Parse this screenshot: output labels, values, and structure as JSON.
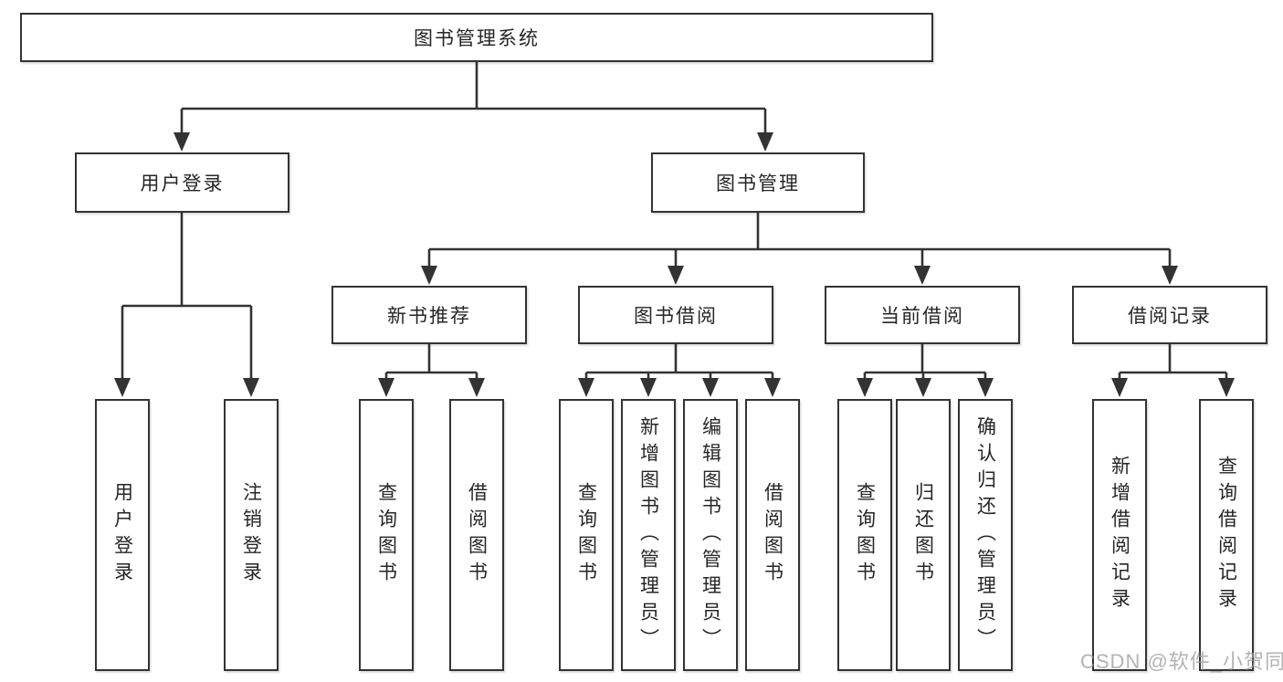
{
  "diagram": {
    "title": "图书管理系统",
    "root": {
      "label": "图书管理系统"
    },
    "level2": {
      "user_login": {
        "label": "用户登录"
      },
      "book_management": {
        "label": "图书管理"
      }
    },
    "level3": {
      "new_book_recommend": {
        "label": "新书推荐"
      },
      "book_borrow": {
        "label": "图书借阅"
      },
      "current_borrow": {
        "label": "当前借阅"
      },
      "borrow_records": {
        "label": "借阅记录"
      }
    },
    "leaves": {
      "user_login_1": {
        "label": "用户登录"
      },
      "user_login_2": {
        "label": "注销登录"
      },
      "new_book_1": {
        "label": "查询图书"
      },
      "new_book_2": {
        "label": "借阅图书"
      },
      "book_borrow_1": {
        "label": "查询图书"
      },
      "book_borrow_2": {
        "label": "新增图书（管理员）"
      },
      "book_borrow_3": {
        "label": "编辑图书（管理员）"
      },
      "book_borrow_4": {
        "label": "借阅图书"
      },
      "current_1": {
        "label": "查询图书"
      },
      "current_2": {
        "label": "归还图书"
      },
      "current_3": {
        "label": "确认归还（管理员）"
      },
      "records_1": {
        "label": "新增借阅记录"
      },
      "records_2": {
        "label": "查询借阅记录"
      }
    }
  },
  "watermark": {
    "text": "CSDN @软件_小贺同学"
  },
  "colors": {
    "line": "#333333",
    "box_border": "#333333",
    "text": "#262626",
    "background": "#ffffff",
    "watermark": "#9e9e9e"
  }
}
